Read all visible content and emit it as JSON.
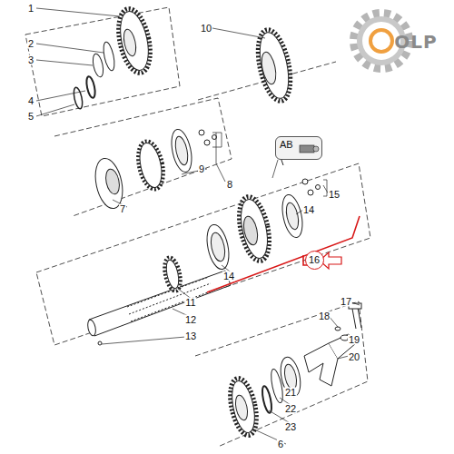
{
  "diagram": {
    "nodes": [
      {
        "text": [
          "AB"
        ]
      },
      {
        "text": [
          "16"
        ]
      }
    ],
    "labels": [
      "1",
      "2",
      "3",
      "4",
      "5",
      "10",
      "8",
      "9",
      "7",
      "15",
      "14",
      "14",
      "11",
      "12",
      "13",
      "17",
      "18",
      "19",
      "20",
      "21",
      "22",
      "23",
      "6",
      "OLP"
    ]
  }
}
